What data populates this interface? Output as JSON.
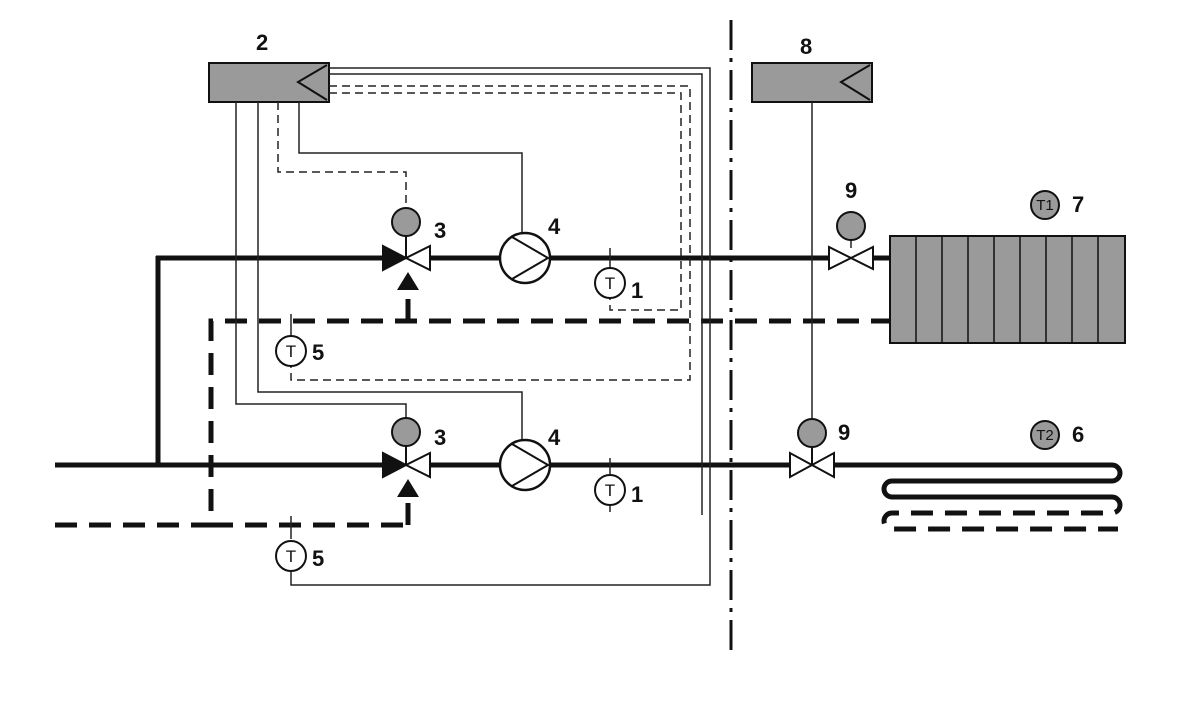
{
  "labels": {
    "controller_main": "2",
    "controller_room": "8",
    "mixing_valve": "3",
    "pump": "4",
    "supply_sensor": "1",
    "return_sensor": "5",
    "floor_heating": "6",
    "radiator": "7",
    "zone_valve": "9"
  },
  "symbols": {
    "temperature": "T",
    "room_temp_1": "T1",
    "room_temp_2": "T2"
  },
  "colors": {
    "line": "#111111",
    "fill_gray": "#9a9a9a",
    "background": "#ffffff"
  }
}
